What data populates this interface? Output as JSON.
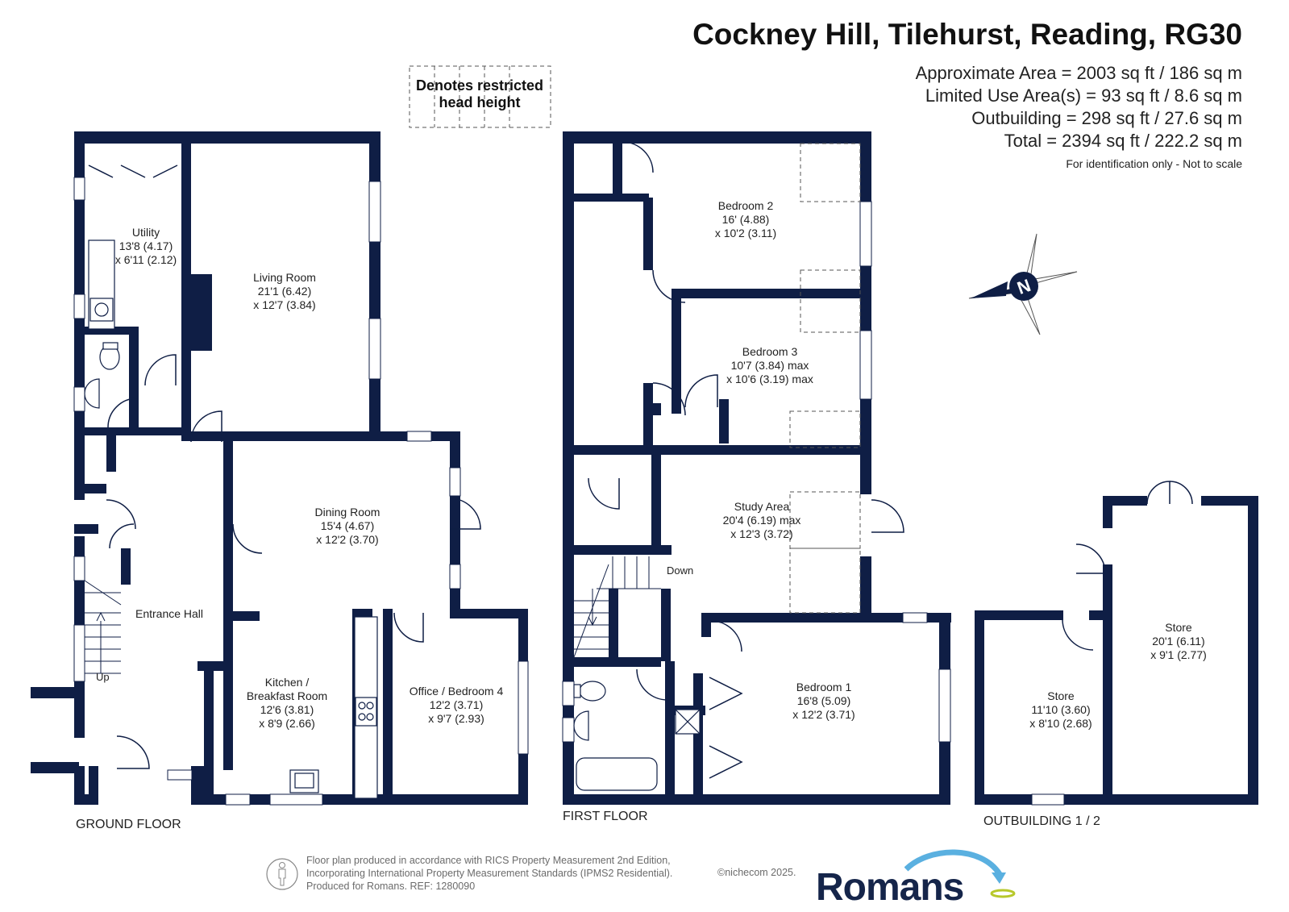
{
  "header": {
    "title": "Cockney Hill, Tilehurst, Reading, RG30",
    "areas": [
      "Approximate Area = 2003 sq ft / 186 sq m",
      "Limited Use Area(s) = 93 sq ft / 8.6 sq m",
      "Outbuilding = 298 sq ft / 27.6 sq m",
      "Total = 2394 sq ft / 222.2 sq m"
    ],
    "note": "For identification only - Not to scale"
  },
  "legend": {
    "line1": "Denotes restricted",
    "line2": "head height"
  },
  "ground_floor": {
    "label": "GROUND FLOOR",
    "rooms": {
      "utility": [
        "Utility",
        "13'8 (4.17)",
        "x 6'11 (2.12)"
      ],
      "living": [
        "Living Room",
        "21'1 (6.42)",
        "x 12'7 (3.84)"
      ],
      "dining": [
        "Dining Room",
        "15'4 (4.67)",
        "x 12'2 (3.70)"
      ],
      "hall": [
        "Entrance Hall"
      ],
      "kitchen": [
        "Kitchen /",
        "Breakfast Room",
        "12'6 (3.81)",
        "x 8'9 (2.66)"
      ],
      "office": [
        "Office / Bedroom 4",
        "12'2 (3.71)",
        "x 9'7 (2.93)"
      ]
    },
    "up": "Up"
  },
  "first_floor": {
    "label": "FIRST FLOOR",
    "rooms": {
      "bed2": [
        "Bedroom 2",
        "16' (4.88)",
        "x 10'2 (3.11)"
      ],
      "bed3": [
        "Bedroom 3",
        "10'7 (3.84) max",
        "x 10'6 (3.19) max"
      ],
      "study": [
        "Study Area",
        "20'4 (6.19) max",
        "x 12'3 (3.72)"
      ],
      "bed1": [
        "Bedroom 1",
        "16'8 (5.09)",
        "x 12'2 (3.71)"
      ]
    },
    "down": "Down"
  },
  "outbuilding": {
    "label": "OUTBUILDING 1 / 2",
    "rooms": {
      "store1": [
        "Store",
        "11'10 (3.60)",
        "x 8'10 (2.68)"
      ],
      "store2": [
        "Store",
        "20'1 (6.11)",
        "x 9'1 (2.77)"
      ]
    }
  },
  "compass": {
    "letter": "N"
  },
  "footer": {
    "lines": [
      "Floor plan produced in accordance with RICS Property Measurement 2nd Edition,",
      "Incorporating International Property Measurement Standards (IPMS2 Residential).",
      "Produced for Romans.    REF:  1280090"
    ],
    "copyright": "©nichecom 2025.",
    "brand": "Romans"
  },
  "colors": {
    "wall": "#0f1e45",
    "text": "#222222"
  }
}
